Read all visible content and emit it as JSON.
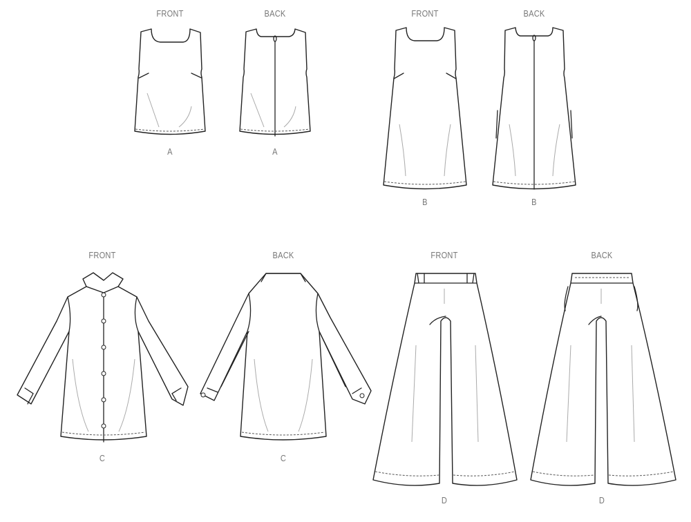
{
  "views": [
    {
      "id": "A-front",
      "label": "FRONT",
      "view": "A"
    },
    {
      "id": "A-back",
      "label": "BACK",
      "view": "A"
    },
    {
      "id": "B-front",
      "label": "FRONT",
      "view": "B"
    },
    {
      "id": "B-back",
      "label": "BACK",
      "view": "B"
    },
    {
      "id": "C-front",
      "label": "FRONT",
      "view": "C"
    },
    {
      "id": "C-back",
      "label": "BACK",
      "view": "C"
    },
    {
      "id": "D-front",
      "label": "FRONT",
      "view": "D"
    },
    {
      "id": "D-back",
      "label": "BACK",
      "view": "D"
    }
  ]
}
